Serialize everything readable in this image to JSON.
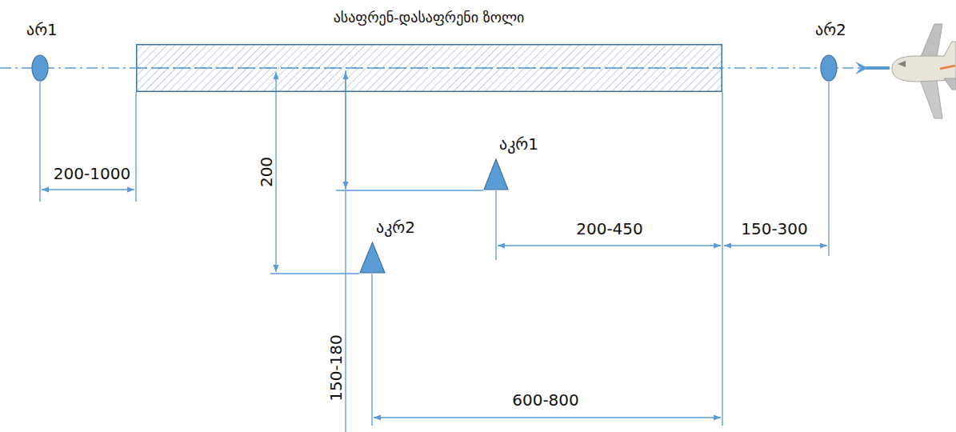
{
  "diagram": {
    "nodes": [
      {
        "text": [
          "ასაფრენ-დასაფრენი ზოლი"
        ]
      },
      {
        "text": [
          "არ1"
        ]
      },
      {
        "text": [
          "არ2"
        ]
      },
      {
        "text": [
          "აკრ1"
        ]
      },
      {
        "text": [
          "აკრ2"
        ]
      }
    ],
    "labels": [
      "200-1000",
      "200",
      "200-450",
      "150-300",
      "150-180",
      "600-800"
    ]
  }
}
